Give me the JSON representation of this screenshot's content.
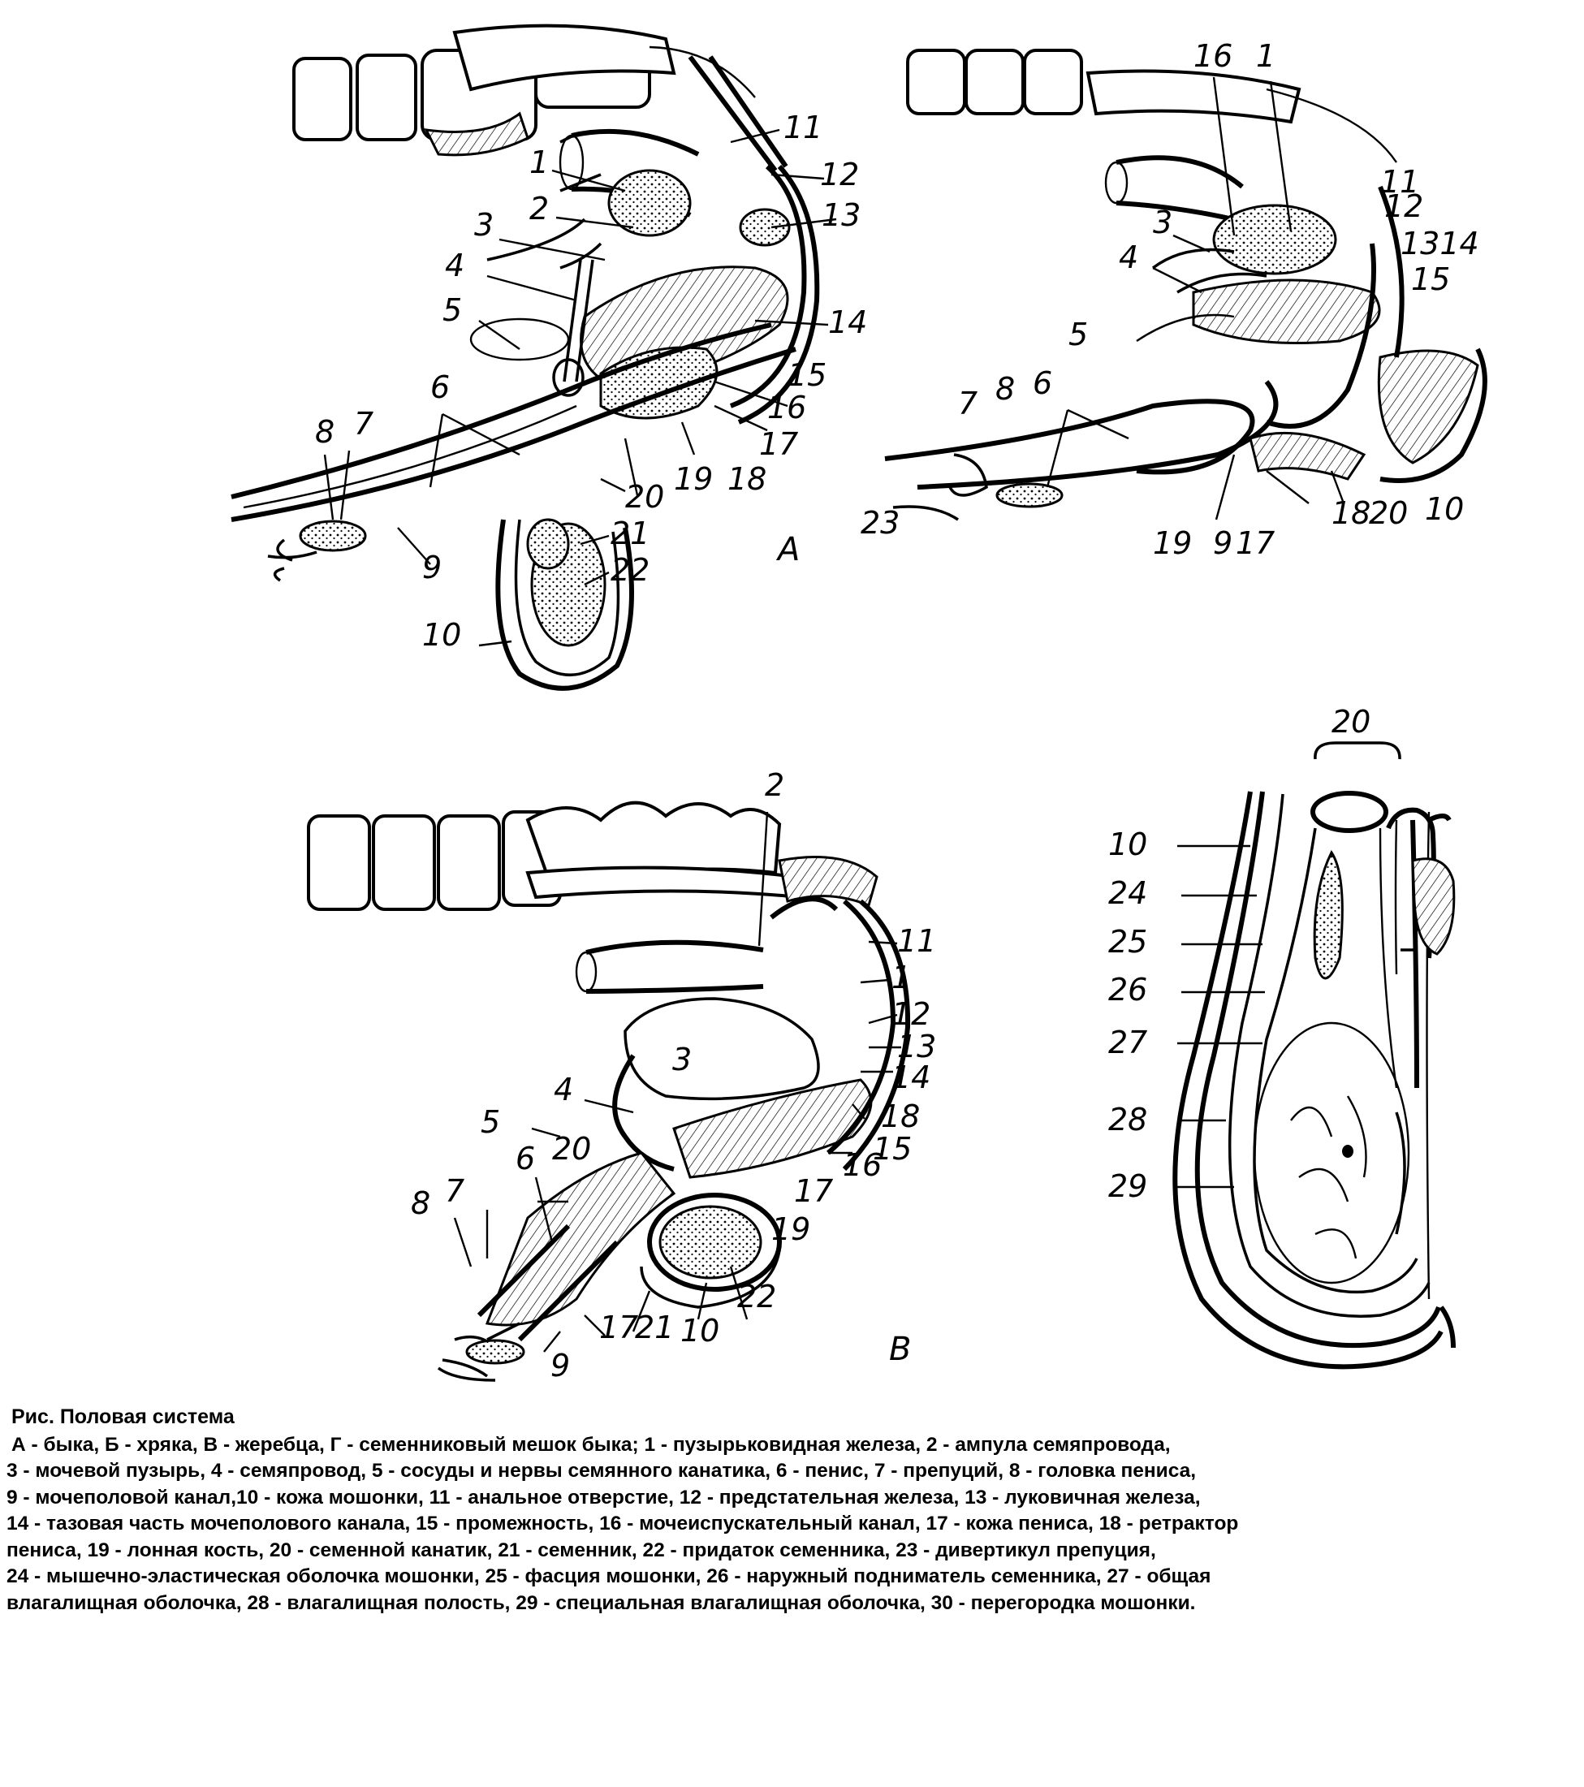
{
  "panels": {
    "A": "А",
    "B": "В"
  },
  "figure_labels": {
    "A": [
      "1",
      "2",
      "3",
      "4",
      "5",
      "6",
      "7",
      "8",
      "9",
      "10",
      "11",
      "12",
      "13",
      "14",
      "15",
      "16",
      "17",
      "18",
      "19",
      "20",
      "21",
      "22"
    ],
    "B": [
      "16",
      "1",
      "11",
      "12",
      "1314",
      "15",
      "3",
      "4",
      "5",
      "6",
      "7",
      "8",
      "23",
      "19",
      "9",
      "17",
      "18",
      "20",
      "10"
    ],
    "V": [
      "2",
      "11",
      "1",
      "12",
      "13",
      "14",
      "18",
      "15",
      "16",
      "17",
      "19",
      "3",
      "4",
      "5",
      "20",
      "6",
      "8",
      "7",
      "17",
      "21",
      "10",
      "22",
      "9"
    ],
    "G": [
      "20",
      "10",
      "24",
      "25",
      "26",
      "27",
      "28",
      "29"
    ]
  },
  "caption": {
    "title": "Рис. Половая система",
    "lines": [
      "А - быка, Б - хряка, В - жеребца, Г - семенниковый мешок быка; 1 - пузырьковидная железа, 2 - ампула семяпровода,",
      "3 - мочевой пузырь, 4 - семяпровод, 5 - сосуды и нервы семянного канатика, 6 - пенис, 7 - препуций, 8 - головка пениса,",
      "9 - мочеполовой канал,10 - кожа мошонки, 11 - анальное отверстие, 12 - предстательная железа, 13 - луковичная железа,",
      "14 - тазовая часть мочеполового канала, 15 - промежность, 16 - мочеиспускательный канал, 17 - кожа пениса, 18 - ретрактор",
      "пениса, 19 - лонная кость, 20 - семенной канатик, 21 - семенник, 22 - придаток семенника, 23 - дивертикул препуция,",
      "24 - мышечно-эластическая оболочка мошонки, 25 - фасция мошонки, 26 - наружный подниматель семенника, 27 - общая",
      "влагалищная оболочка, 28 - влагалищная полость, 29 - специальная влагалищная оболочка, 30 - перегородка мошонки."
    ]
  }
}
